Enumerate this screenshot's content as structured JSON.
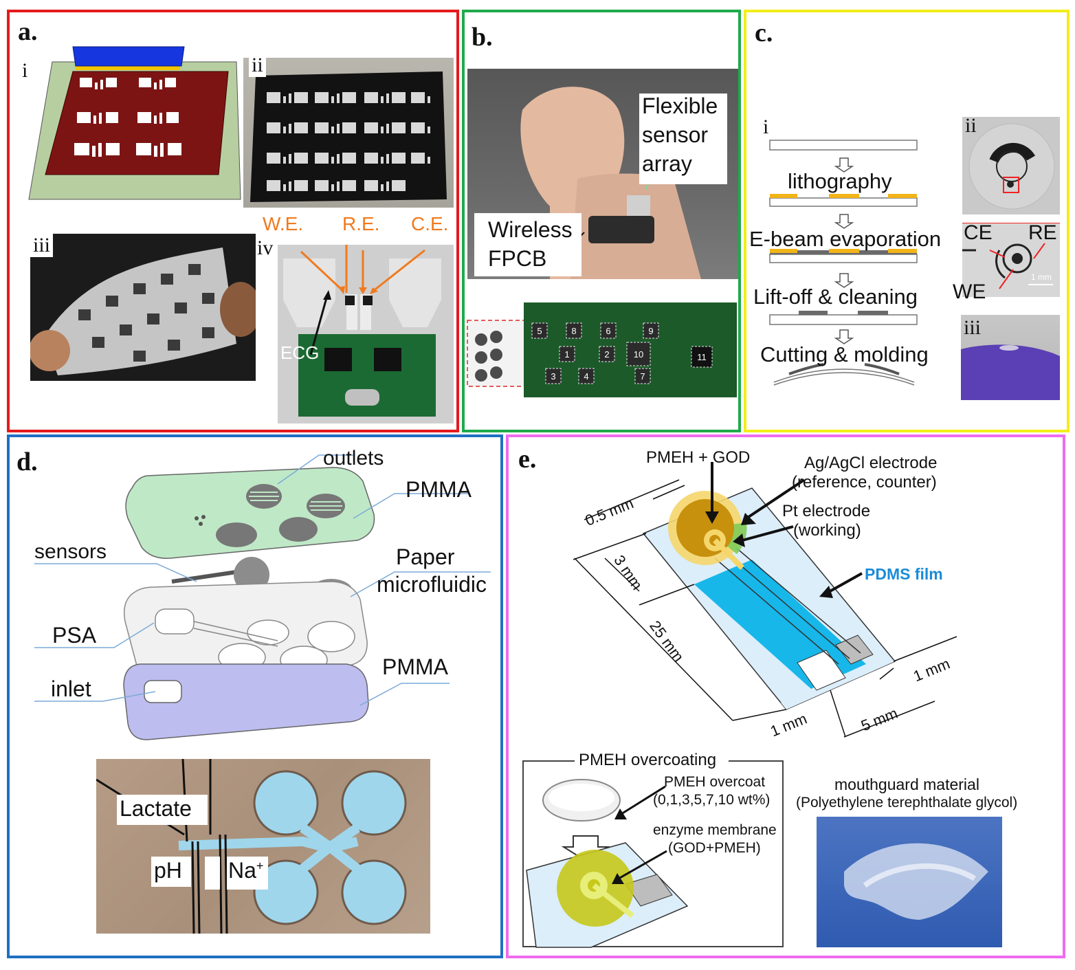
{
  "colors": {
    "panel_a_border": "#e41a1c",
    "panel_b_border": "#1faa4b",
    "panel_c_border": "#f2ee1a",
    "panel_d_border": "#1f6fc1",
    "panel_e_border": "#ef6bf0",
    "gold": "#f5c400",
    "pdms_blue": "#17b7ea",
    "pcb_green": "#1c5a2a",
    "paper_blue": "#9fd6ec",
    "pmma_green": "#bfe8c7",
    "pmma_purple": "#bdbdf0"
  },
  "panel_a": {
    "tag": "a.",
    "sub": [
      "i",
      "ii",
      "iii",
      "iv"
    ],
    "electrodes": {
      "we": "W.E.",
      "re": "R.E.",
      "ce": "C.E.",
      "ecg": "ECG"
    }
  },
  "panel_b": {
    "tag": "b.",
    "flex_label": [
      "Flexible",
      "sensor",
      "array"
    ],
    "wireless_label": [
      "Wireless",
      "FPCB"
    ],
    "chip_numbers": [
      "1",
      "2",
      "3",
      "4",
      "5",
      "6",
      "7",
      "8",
      "9",
      "10",
      "11"
    ]
  },
  "panel_c": {
    "tag": "c.",
    "sub": [
      "i",
      "ii",
      "iii"
    ],
    "steps": [
      "lithography",
      "E-beam evaporation",
      "Lift-off & cleaning",
      "Cutting & molding"
    ],
    "electrodes": {
      "ce": "CE",
      "re": "RE",
      "we": "WE"
    },
    "scale": "1 mm"
  },
  "panel_d": {
    "tag": "d.",
    "labels": {
      "outlets": "outlets",
      "pmma_top": "PMMA",
      "sensors": "sensors",
      "paper": [
        "Paper",
        "microfluidic"
      ],
      "psa": "PSA",
      "pmma_bottom": "PMMA",
      "inlet": "inlet"
    },
    "photo_labels": {
      "lactate": "Lactate",
      "ph": "pH",
      "na": "Na",
      "na_sup": "+"
    }
  },
  "panel_e": {
    "tag": "e.",
    "labels": {
      "pmeh_god": "PMEH + GOD",
      "agagcl": [
        "Ag/AgCl electrode",
        "(reference, counter)"
      ],
      "pt": [
        "Pt electrode",
        "(working)"
      ],
      "pdms": "PDMS film"
    },
    "dims": {
      "d05": "0.5 mm",
      "d3": "3 mm",
      "d25": "25 mm",
      "d1a": "1 mm",
      "d1b": "1 mm",
      "d5": "5 mm"
    },
    "overcoating": {
      "title": "PMEH overcoating",
      "overcoat": [
        "PMEH overcoat",
        "(0,1,3,5,7,10 wt%)"
      ],
      "enzyme": [
        "enzyme membrane",
        "(GOD+PMEH)"
      ]
    },
    "mouthguard": [
      "mouthguard material",
      "(Polyethylene terephthalate glycol)"
    ]
  }
}
